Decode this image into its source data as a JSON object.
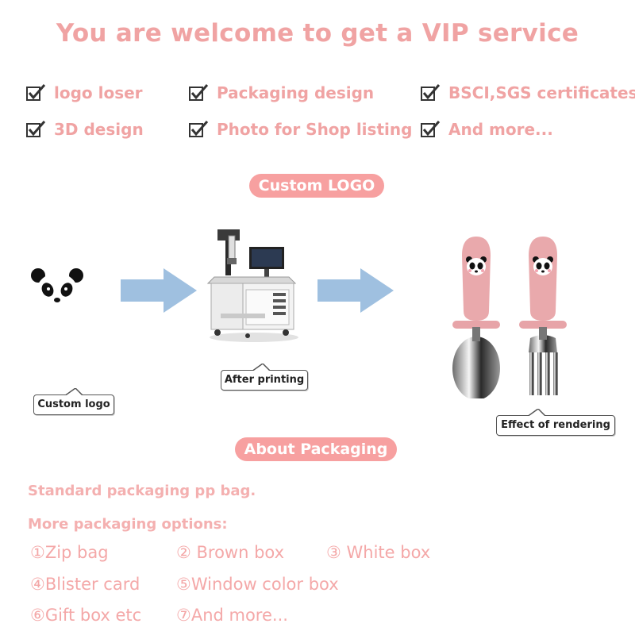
{
  "title": "You are welcome to get a VIP service",
  "features": [
    "logo loser",
    "Packaging design",
    "BSCI,SGS certificates",
    "3D design",
    "Photo for Shop listing",
    "And more..."
  ],
  "section_custom_logo": "Custom LOGO",
  "callouts": {
    "custom_logo": "Custom logo",
    "after_printing": "After printing",
    "effect_of_rendering": "Effect of rendering"
  },
  "section_packaging": "About Packaging",
  "packaging": {
    "standard": "Standard packaging pp bag.",
    "more_options": "More packaging options:",
    "options": [
      "①Zip bag",
      "② Brown box",
      "③ White box",
      "④Blister card",
      "⑤Window color box",
      "⑥Gift box etc",
      "⑦And more..."
    ]
  },
  "colors": {
    "accent_pink": "#f0a3a3",
    "pill_pink": "#f7a0a0",
    "arrow_blue": "#9fc0e0"
  }
}
